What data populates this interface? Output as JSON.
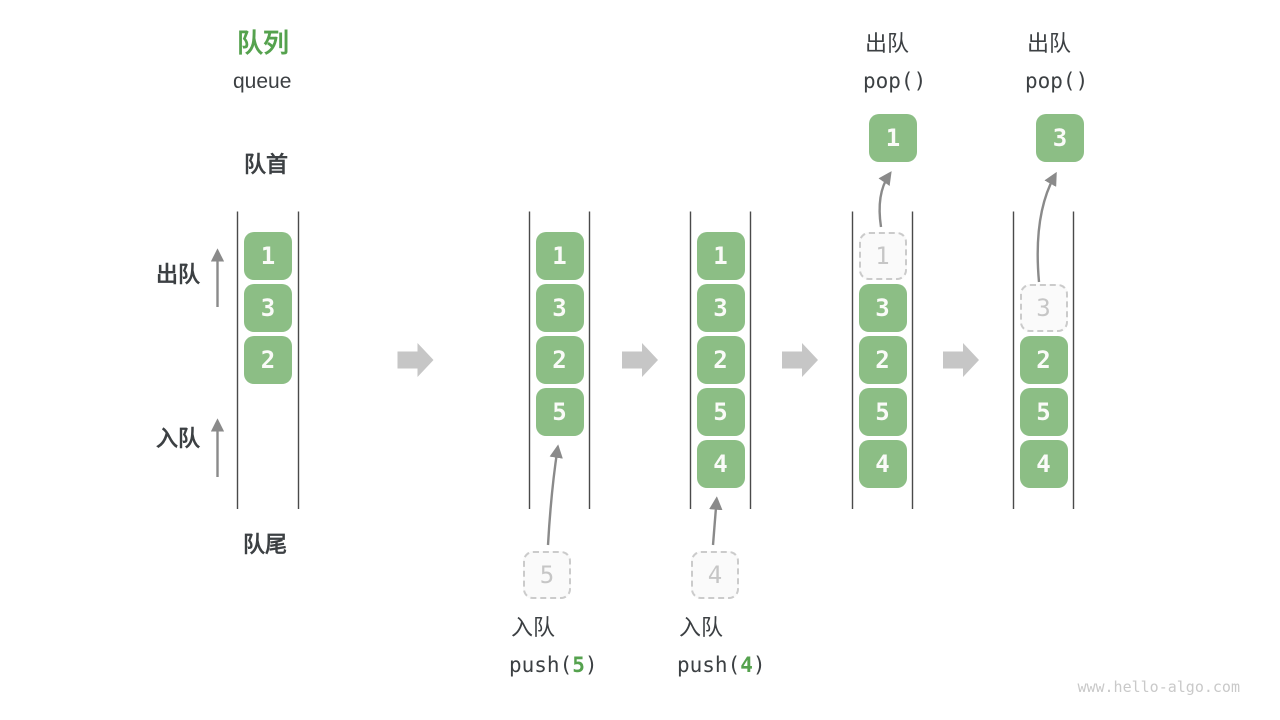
{
  "title": {
    "zh": "队列",
    "en": "queue"
  },
  "side_labels": {
    "front": "队首",
    "rear": "队尾",
    "dequeue": "出队",
    "enqueue": "入队"
  },
  "columns": [
    {
      "cells": [
        {
          "slot": 0,
          "value": "1"
        },
        {
          "slot": 1,
          "value": "3"
        },
        {
          "slot": 2,
          "value": "2"
        }
      ]
    },
    {
      "cells": [
        {
          "slot": 0,
          "value": "1"
        },
        {
          "slot": 1,
          "value": "3"
        },
        {
          "slot": 2,
          "value": "2"
        },
        {
          "slot": 3,
          "value": "5"
        }
      ],
      "incoming": {
        "value": "5"
      }
    },
    {
      "cells": [
        {
          "slot": 0,
          "value": "1"
        },
        {
          "slot": 1,
          "value": "3"
        },
        {
          "slot": 2,
          "value": "2"
        },
        {
          "slot": 3,
          "value": "5"
        },
        {
          "slot": 4,
          "value": "4"
        }
      ],
      "incoming": {
        "value": "4"
      }
    },
    {
      "cells": [
        {
          "slot": 0,
          "value": "1",
          "ghost": true
        },
        {
          "slot": 1,
          "value": "3"
        },
        {
          "slot": 2,
          "value": "2"
        },
        {
          "slot": 3,
          "value": "5"
        },
        {
          "slot": 4,
          "value": "4"
        }
      ],
      "outgoing": {
        "value": "1"
      }
    },
    {
      "cells": [
        {
          "slot": 1,
          "value": "3",
          "ghost": true
        },
        {
          "slot": 2,
          "value": "2"
        },
        {
          "slot": 3,
          "value": "5"
        },
        {
          "slot": 4,
          "value": "4"
        }
      ],
      "outgoing": {
        "value": "3"
      }
    }
  ],
  "operations": {
    "pop": [
      {
        "zh": "出队",
        "code": "pop()"
      },
      {
        "zh": "出队",
        "code": "pop()"
      }
    ],
    "push": [
      {
        "zh": "入队",
        "code_before": "push(",
        "arg": "5",
        "code_after": ")"
      },
      {
        "zh": "入队",
        "code_before": "push(",
        "arg": "4",
        "code_after": ")"
      }
    ]
  },
  "watermark": "www.hello-algo.com",
  "colors": {
    "accent_green": "#55A24E",
    "cell_green": "#8CBE85",
    "cell_text": "#FAFBF8",
    "text_dark": "#3C4043",
    "ghost_border": "#CBCBCB",
    "ghost_text": "#C6C6C6",
    "thin_arrow": "#8A8A8A",
    "block_arrow": "#C6C6C6",
    "rail": "#4A4A4A",
    "watermark": "#C9C9C9"
  }
}
